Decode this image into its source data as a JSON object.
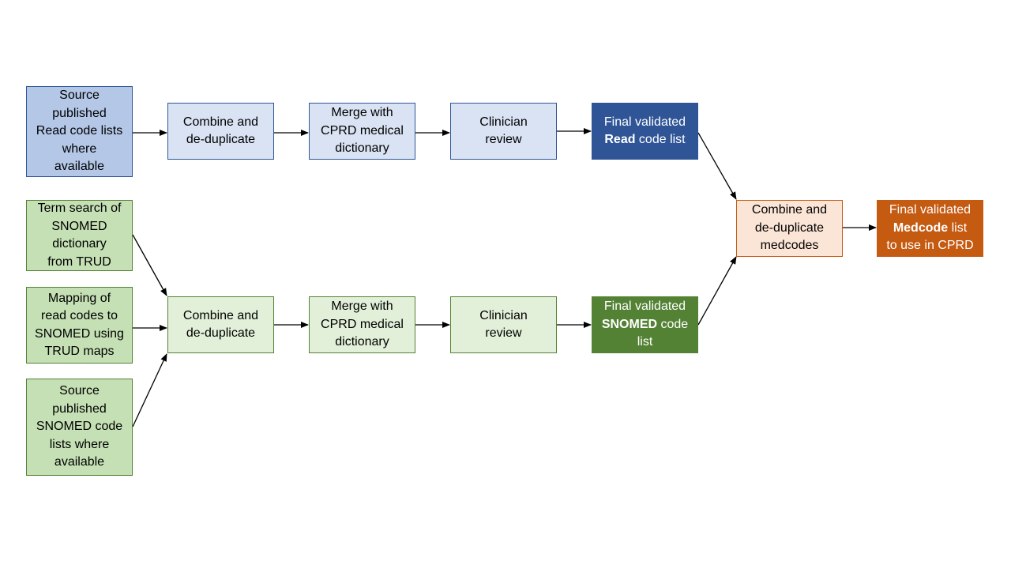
{
  "top_row": {
    "source": [
      "Source",
      "published",
      "Read code lists",
      "where",
      "available"
    ],
    "combine": [
      "Combine and",
      "de-duplicate"
    ],
    "merge": [
      "Merge with",
      "CPRD medical",
      "dictionary"
    ],
    "review": [
      "Clinician",
      "review"
    ],
    "final": {
      "line1": "Final validated",
      "bold": "Read",
      "rest": " code list"
    }
  },
  "bottom_row": {
    "term_search": [
      "Term search of",
      "SNOMED",
      "dictionary",
      "from TRUD"
    ],
    "mapping": [
      "Mapping of",
      "read codes to",
      "SNOMED using",
      "TRUD maps"
    ],
    "source": [
      "Source",
      "published",
      "SNOMED code",
      "lists where",
      "available"
    ],
    "combine": [
      "Combine and",
      "de-duplicate"
    ],
    "merge": [
      "Merge with",
      "CPRD medical",
      "dictionary"
    ],
    "review": [
      "Clinician",
      "review"
    ],
    "final": {
      "line1": "Final validated",
      "bold": "SNOMED",
      "rest": " code",
      "line3": "list"
    }
  },
  "merge_step": {
    "combine": [
      "Combine and",
      "de-duplicate",
      "medcodes"
    ],
    "final": {
      "line1": "Final validated",
      "bold": "Medcode",
      "rest": " list",
      "line3": "to use in CPRD"
    }
  },
  "colors": {
    "read_dark": "#2f5597",
    "read_light": "#dae3f3",
    "read_source": "#b4c7e7",
    "snomed_dark": "#548235",
    "snomed_light": "#e2f0d9",
    "snomed_source": "#c5e0b4",
    "medcode_dark": "#c55a11",
    "medcode_light": "#fbe5d6"
  }
}
